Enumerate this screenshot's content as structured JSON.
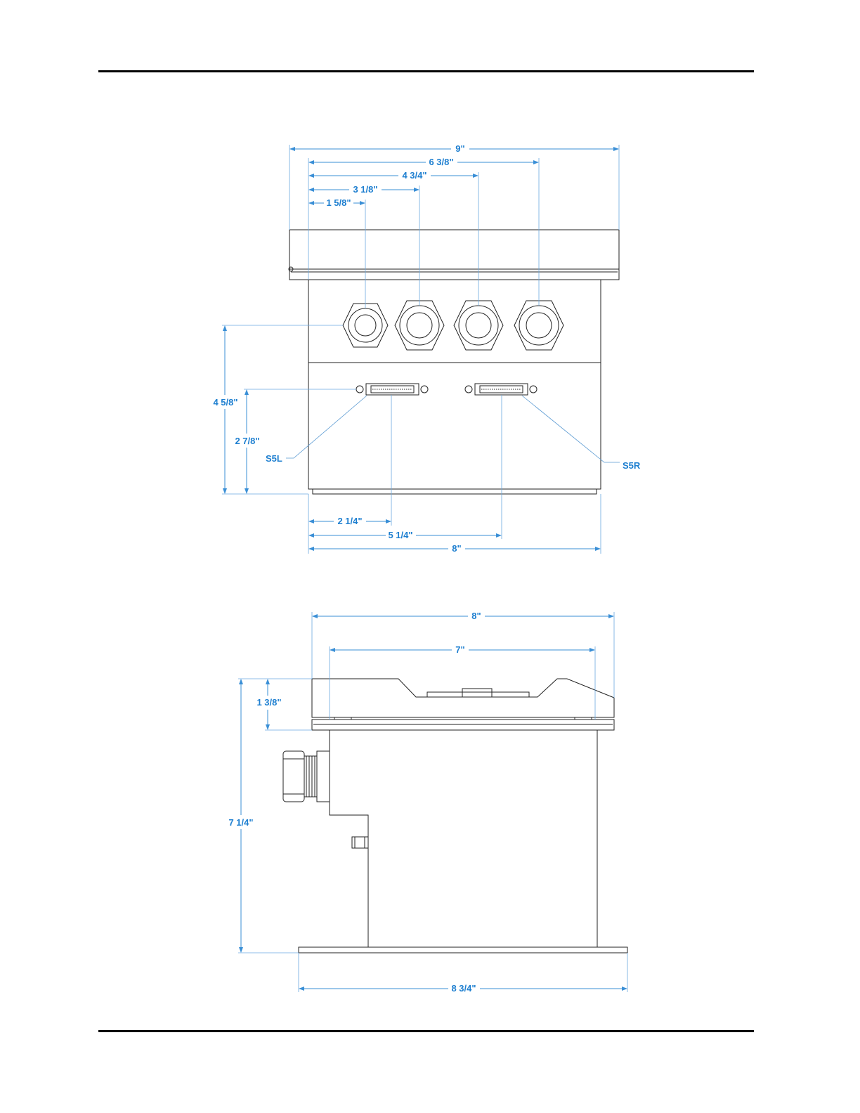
{
  "front_view": {
    "dims": {
      "overall_width": "9\"",
      "gland4": "6 3/8\"",
      "gland3": "4 3/4\"",
      "gland2": "3 1/8\"",
      "gland1": "1 5/8\"",
      "height_glands": "4 5/8\"",
      "height_connectors": "2 7/8\"",
      "conn_left": "2 1/4\"",
      "conn_right": "5 1/4\"",
      "body_width": "8\""
    },
    "labels": {
      "left_connector": "S5L",
      "right_connector": "S5R"
    }
  },
  "side_view": {
    "dims": {
      "overall_width": "8\"",
      "lid_inner": "7\"",
      "lid_height": "1 3/8\"",
      "overall_height": "7 1/4\"",
      "base_width": "8 3/4\""
    }
  },
  "colors": {
    "dimension": "#1e7fd0",
    "outline": "#222222"
  }
}
